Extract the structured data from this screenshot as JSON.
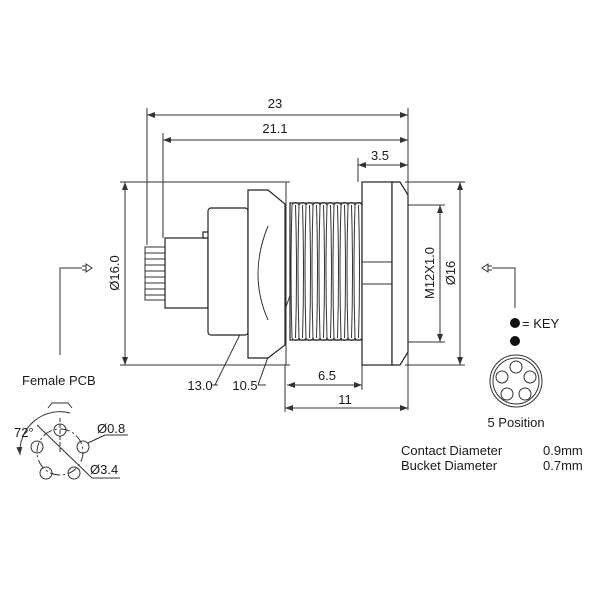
{
  "dimensions": {
    "overall_length": "23",
    "body_length": "21.1",
    "nut_width": "3.5",
    "flange_diameter": "Ø16.0",
    "thread_spec": "M12X1.0",
    "nut_diameter": "Ø16",
    "leader_a": "13.0",
    "leader_b": "10.5",
    "thread_length": "6.5",
    "front_length": "11"
  },
  "pcb": {
    "title": "Female PCB",
    "angle": "72°",
    "hole_diameter": "Ø0.8",
    "pitch_diameter": "Ø3.4"
  },
  "face": {
    "key_label": "= KEY",
    "positions_label": "5 Position"
  },
  "specs": [
    {
      "label": "Contact Diameter",
      "value": "0.9mm"
    },
    {
      "label": "Bucket Diameter",
      "value": "0.7mm"
    }
  ]
}
